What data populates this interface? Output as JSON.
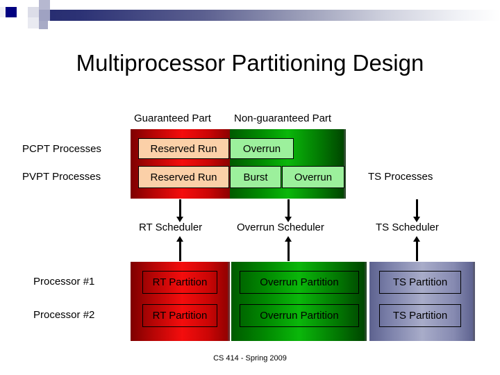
{
  "slide": {
    "title": "Multiprocessor Partitioning Design",
    "footer": "CS 414 - Spring 2009"
  },
  "decoration": {
    "name": "header-band",
    "colors": {
      "dark_navy": "#000080",
      "band_start": "#242a6e",
      "band_end": "#ffffff"
    }
  },
  "captions": {
    "guaranteed": "Guaranteed Part",
    "non_guaranteed": "Non-guaranteed Part"
  },
  "process_rows": {
    "labels": [
      {
        "id": "pcpt",
        "text": "PCPT Processes"
      },
      {
        "id": "pvpt",
        "text": "PVPT Processes"
      }
    ],
    "ts_processes": "TS Processes",
    "pcpt_segments": [
      {
        "text": "Reserved Run",
        "fill": "#fbd0a8"
      },
      {
        "text": "Overrun",
        "fill": "#9cf09c"
      }
    ],
    "pvpt_segments": [
      {
        "text": "Reserved Run",
        "fill": "#fbd0a8"
      },
      {
        "text": "Burst",
        "fill": "#9cf09c"
      },
      {
        "text": "Overrun",
        "fill": "#9cf09c"
      }
    ],
    "band_colors": {
      "guaranteed": "#f40d0d",
      "non_guaranteed": "#0ab70a"
    }
  },
  "schedulers": [
    {
      "id": "rt",
      "text": "RT Scheduler"
    },
    {
      "id": "overrun",
      "text": "Overrun Scheduler"
    },
    {
      "id": "ts",
      "text": "TS Scheduler"
    }
  ],
  "processors": {
    "labels": [
      {
        "id": "p1",
        "text": "Processor #1"
      },
      {
        "id": "p2",
        "text": "Processor #2"
      }
    ],
    "columns": [
      {
        "id": "rt",
        "band_color": "#f40d0d",
        "chip_fill": "#fbd0a8",
        "cells": [
          "RT Partition",
          "RT Partition"
        ]
      },
      {
        "id": "overrun",
        "band_color": "#0ab70a",
        "chip_fill": "#9cf09c",
        "cells": [
          "Overrun Partition",
          "Overrun Partition"
        ]
      },
      {
        "id": "ts",
        "band_color": "#a8acc9",
        "chip_fill": "#ffff55",
        "cells": [
          "TS Partition",
          "TS Partition"
        ]
      }
    ]
  }
}
